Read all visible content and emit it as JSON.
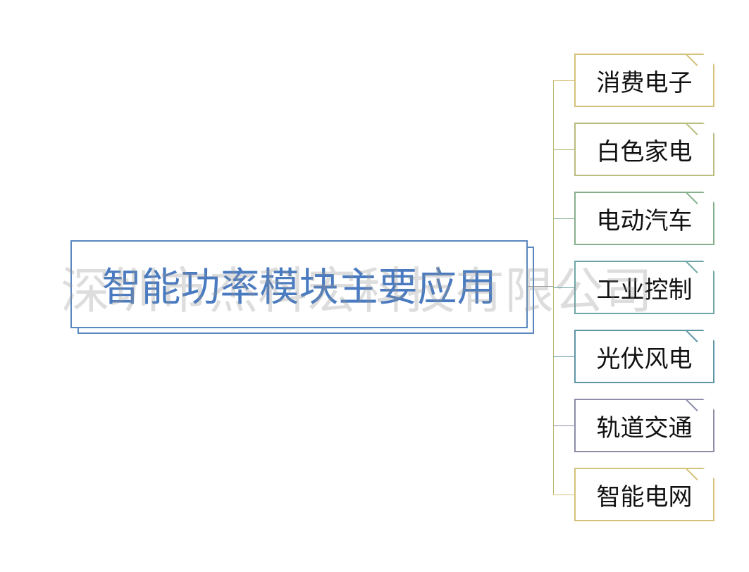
{
  "diagram": {
    "central_topic": "智能功率模块主要应用",
    "watermark": "深圳市杰科宏科技有限公司",
    "branches": [
      {
        "label": "消费电子",
        "color": "#d4c27a"
      },
      {
        "label": "白色家电",
        "color": "#b9bd7d"
      },
      {
        "label": "电动汽车",
        "color": "#86b08c"
      },
      {
        "label": "工业控制",
        "color": "#6ea6a6"
      },
      {
        "label": "光伏风电",
        "color": "#5f96a6"
      },
      {
        "label": "轨道交通",
        "color": "#8c8ca8"
      },
      {
        "label": "智能电网",
        "color": "#d4c27a"
      }
    ],
    "colors": {
      "central_border": "#5a87c0",
      "central_text": "#4a7bc0",
      "connector": "#b8b870"
    }
  }
}
